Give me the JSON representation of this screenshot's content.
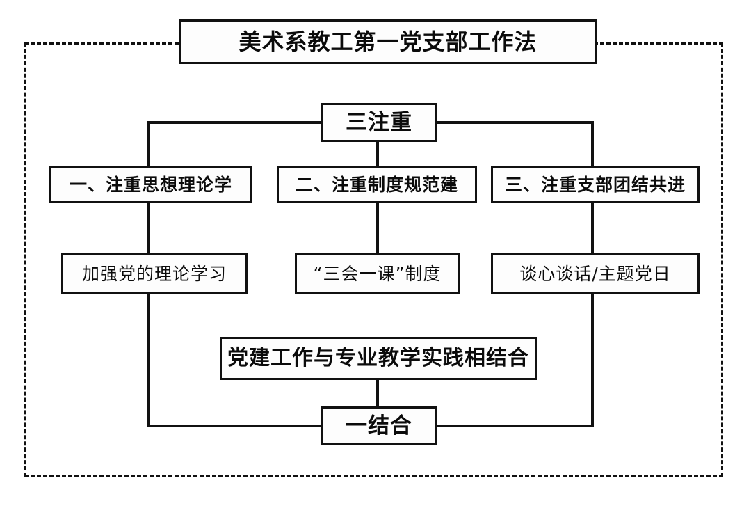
{
  "diagram": {
    "type": "org-flowchart",
    "title": "美术系教工第一党支部工作法",
    "frame_style": "dashed",
    "colors": {
      "line": "#111111",
      "box_fill": "#fdfdfd",
      "text": "#0b0b0b",
      "background": "#ffffff"
    },
    "level1_top": "三注重",
    "level1_bottom": "一结合",
    "branches": [
      {
        "label": "一、注重思想理论学",
        "child": "加强党的理论学习"
      },
      {
        "label": "二、注重制度规范建",
        "child": "“三会一课”制度"
      },
      {
        "label": "三、注重支部团结共进",
        "child": "谈心谈话/主题党日"
      }
    ],
    "combine_box": "党建工作与专业教学实践相结合"
  }
}
